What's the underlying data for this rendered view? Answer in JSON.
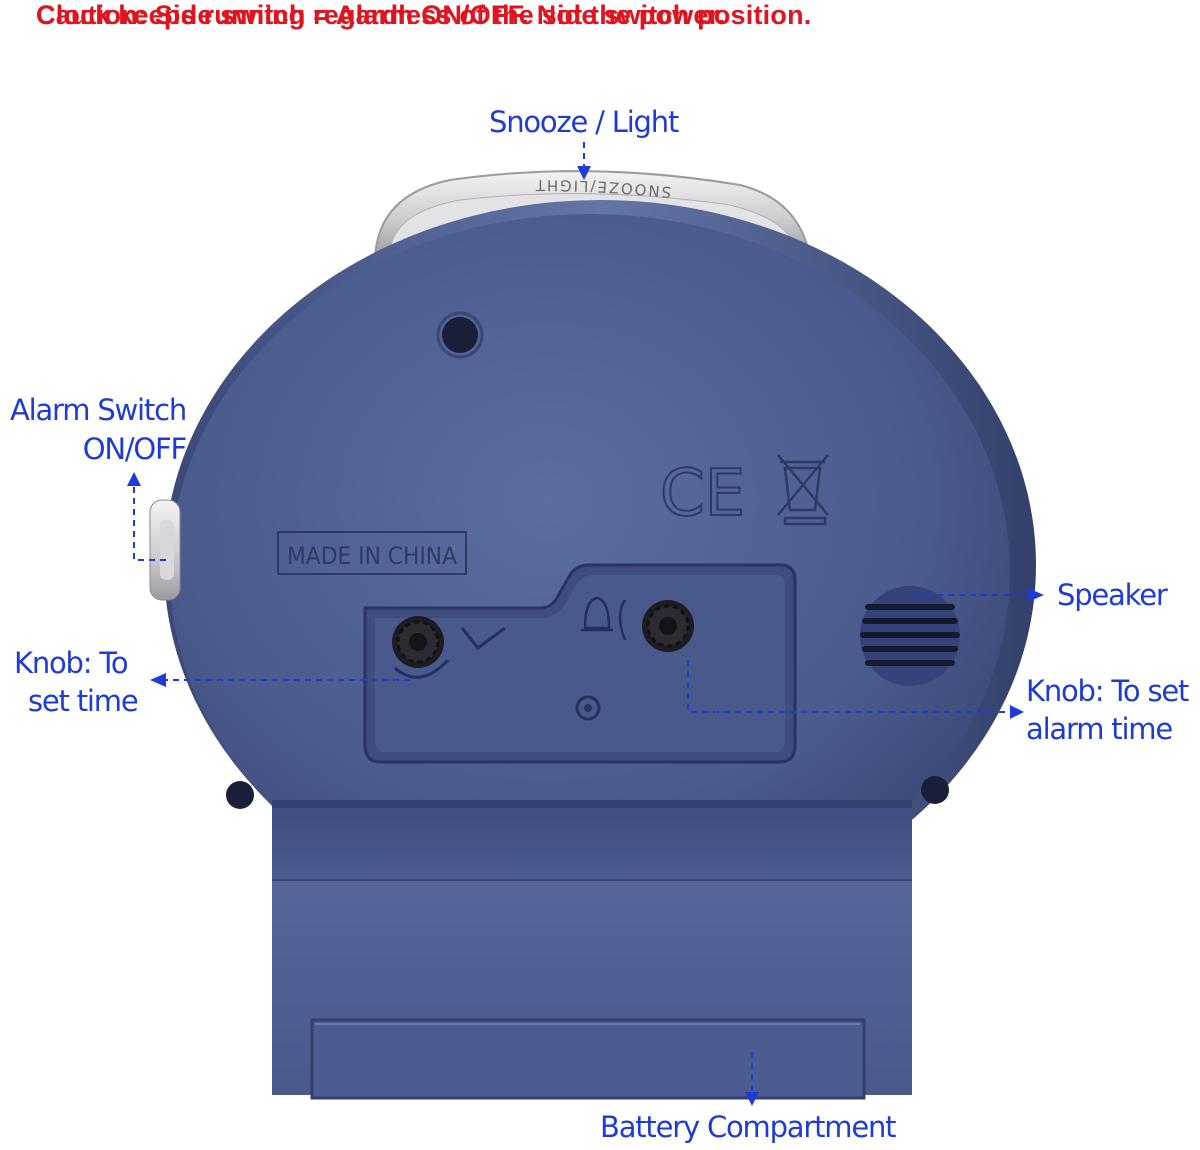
{
  "caution": {
    "line1": "Caution: Side switch = Alarm ON/OFF. Not the power.",
    "line2": "Clock keeps running regardless of the side switch position."
  },
  "labels": {
    "snooze": "Snooze / Light",
    "alarm_switch_line1": "Alarm Switch",
    "alarm_switch_line2": "ON/OFF",
    "speaker": "Speaker",
    "knob_time_line1": "Knob: To",
    "knob_time_line2": "set time",
    "knob_alarm_line1": "Knob: To set",
    "knob_alarm_line2": "alarm time",
    "battery": "Battery Compartment"
  },
  "device_markings": {
    "snooze_button_text": "SNOOZE/LIGHT",
    "made_in": "MADE IN CHINA",
    "ce_mark": "CE"
  },
  "colors": {
    "caution_text": "#e0141e",
    "label_text": "#1f3bd6",
    "body": "#4a5a8c"
  }
}
